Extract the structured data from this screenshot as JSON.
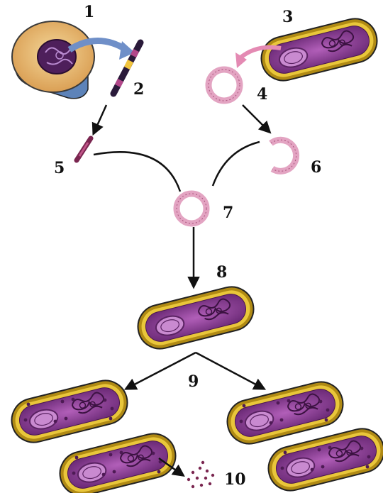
{
  "labels": {
    "n1": "1",
    "n2": "2",
    "n3": "3",
    "n4": "4",
    "n5": "5",
    "n6": "6",
    "n7": "7",
    "n8": "8",
    "n9": "9",
    "n10": "10"
  },
  "colors": {
    "outline": "#111111",
    "cell_wall": "#d8b324",
    "cytoplasm": "#8a3d93",
    "plasmid": "#d98fb0",
    "nucleus": "#4e1f5b",
    "eukaryote_cytoplasm": "#e6b86e"
  }
}
